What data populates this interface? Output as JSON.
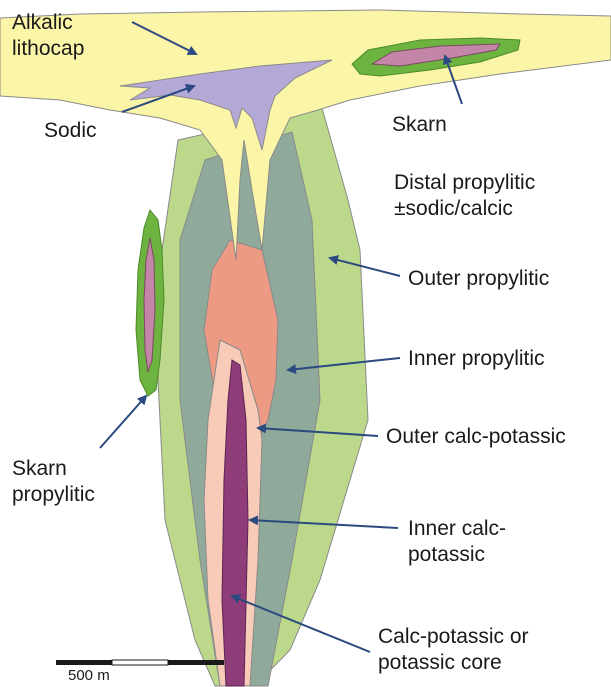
{
  "labels": {
    "alkalic_lithocap_line1": "Alkalic",
    "alkalic_lithocap_line2": "lithocap",
    "sodic": "Sodic",
    "skarn_top": "Skarn",
    "distal_propylitic_line1": "Distal propylitic",
    "distal_propylitic_line2": "±sodic/calcic",
    "outer_propylitic": "Outer propylitic",
    "inner_propylitic": "Inner propylitic",
    "outer_calc_potassic": "Outer calc-potassic",
    "inner_calc_potassic_line1": "Inner calc-",
    "inner_calc_potassic_line2": "potassic",
    "calc_potassic_core_line1": "Calc-potassic or",
    "calc_potassic_core_line2": "potassic core",
    "skarn_propylitic_line1": "Skarn",
    "skarn_propylitic_line2": "propylitic"
  },
  "scale_bar": {
    "label": "500 m"
  },
  "colors": {
    "lithocap": "#fbf5a8",
    "sodic": "#b4a9d6",
    "outer_propylitic": "#bcd98b",
    "inner_propylitic": "#8fa99a",
    "outer_calc_potassic": "#ec9a84",
    "inner_calc_potassic": "#f7cbb8",
    "potassic_core": "#8f3d78",
    "skarn_rim": "#6db33f",
    "skarn_core": "#c486a8",
    "arrow": "#2b4a80",
    "outline": "#8a8a8a"
  }
}
